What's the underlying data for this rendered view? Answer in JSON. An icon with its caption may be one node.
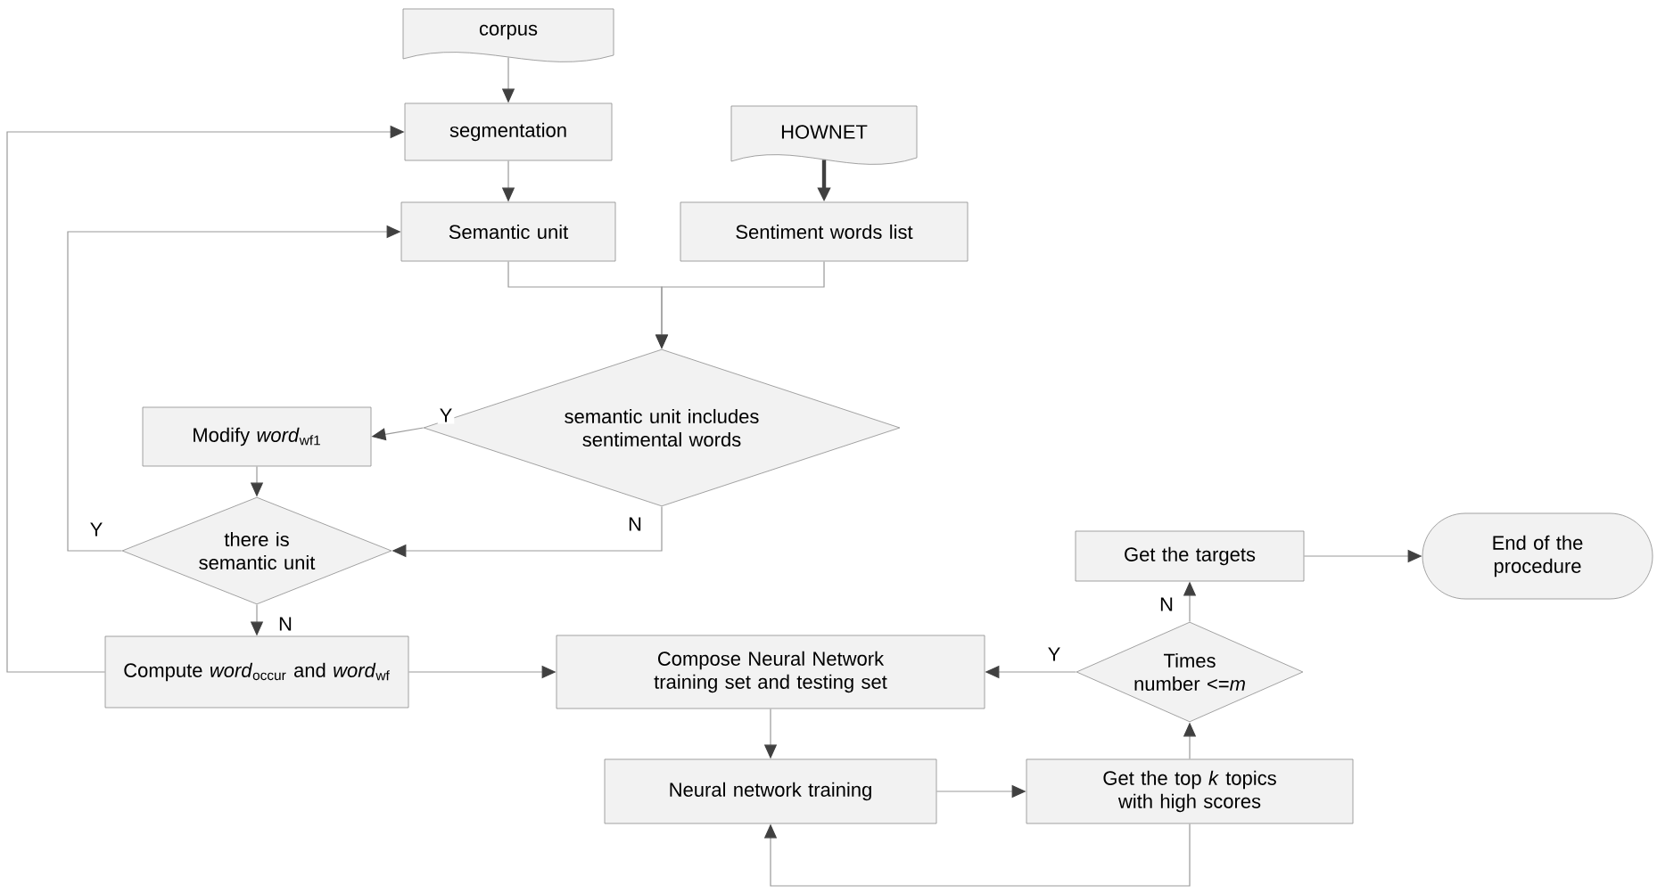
{
  "diagram": {
    "nodes": [
      {
        "text": [
          "corpus"
        ]
      },
      {
        "text": [
          "segmentation"
        ]
      },
      {
        "text": [
          "Semantic unit"
        ]
      },
      {
        "text": [
          "HOWNET"
        ]
      },
      {
        "text": [
          "Sentiment words list"
        ]
      },
      {
        "text": [
          "semantic unit includes sentimental words"
        ]
      },
      {
        "text": [
          "Modify *word*$_{wf1}$"
        ]
      },
      {
        "text": [
          "there is semantic unit"
        ]
      },
      {
        "text": [
          "Compute *word*$_{occur}$ and *word*$_{wf}$"
        ]
      },
      {
        "text": [
          "Compose Neural Network training set and testing set"
        ]
      },
      {
        "text": [
          "Neural network training"
        ]
      },
      {
        "text": [
          "Get the top *k* topics with high scores"
        ]
      },
      {
        "text": [
          "Times number <=*m*"
        ]
      },
      {
        "text": [
          "Get the targets"
        ]
      },
      {
        "text": [
          "End of the procedure"
        ]
      }
    ],
    "edges": [
      {
        "from": 0,
        "to": 1,
        "arrow": "to"
      },
      {
        "from": 1,
        "to": 2,
        "arrow": "to"
      },
      {
        "from": 3,
        "to": 4,
        "arrow": "to",
        "style": "thick",
        "color": "#404040"
      },
      {
        "from": 2,
        "to": 5,
        "arrow": "to"
      },
      {
        "from": 4,
        "to": 5,
        "arrow": "to"
      },
      {
        "from": 5,
        "to": 6,
        "arrow": "to",
        "label": "Y"
      },
      {
        "from": 5,
        "to": 7,
        "arrow": "to",
        "label": "N"
      },
      {
        "from": 6,
        "to": 7,
        "arrow": "to"
      },
      {
        "from": 7,
        "to": 2,
        "arrow": "to",
        "label": "Y"
      },
      {
        "from": 7,
        "to": 8,
        "arrow": "to",
        "label": "N"
      },
      {
        "from": 8,
        "to": 1,
        "arrow": "to"
      },
      {
        "from": 8,
        "to": 9,
        "arrow": "to"
      },
      {
        "from": 9,
        "to": 10,
        "arrow": "to"
      },
      {
        "from": 10,
        "to": 11,
        "arrow": "to"
      },
      {
        "from": 11,
        "to": 10,
        "arrow": "to"
      },
      {
        "from": 11,
        "to": 12,
        "arrow": "to"
      },
      {
        "from": 12,
        "to": 9,
        "arrow": "to",
        "label": "Y"
      },
      {
        "from": 12,
        "to": 13,
        "arrow": "to",
        "label": "N"
      },
      {
        "from": 13,
        "to": 14,
        "arrow": "to"
      }
    ]
  }
}
